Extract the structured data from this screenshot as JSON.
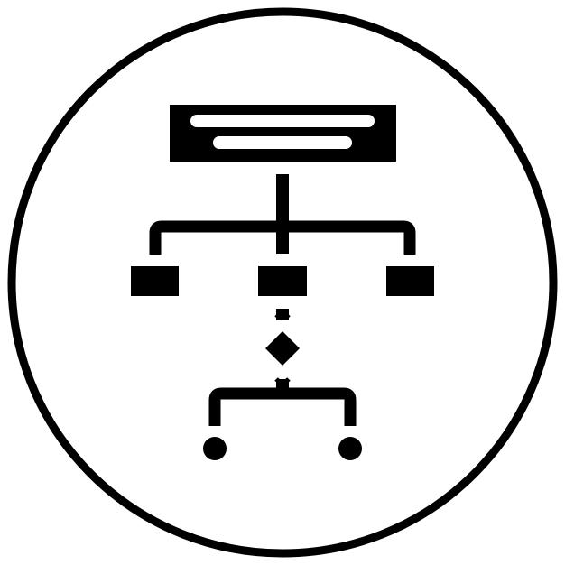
{
  "icon": {
    "name": "flowchart-hierarchy-icon",
    "depicts": [
      "outer-circle",
      "header-block",
      "org-tree",
      "decision-diamond",
      "terminal-nodes"
    ],
    "colors": {
      "foreground": "#000000",
      "background": "#ffffff"
    }
  }
}
